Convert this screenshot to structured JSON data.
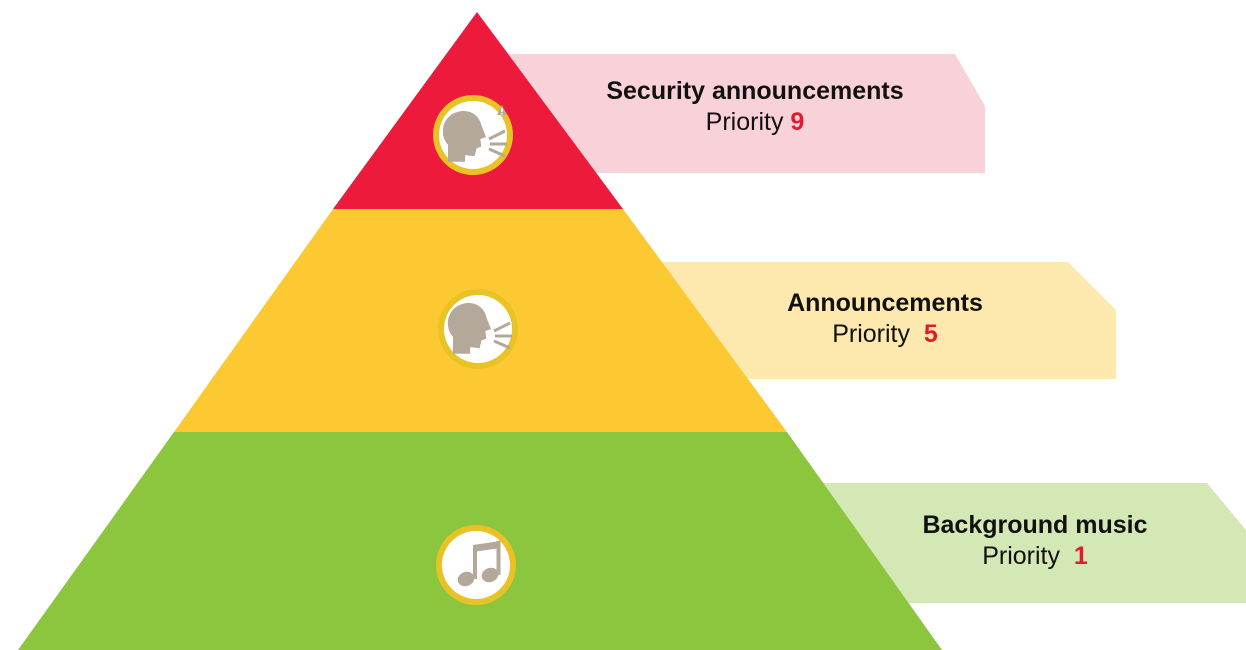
{
  "colors": {
    "tier_top": "#ED1A3B",
    "tier_middle": "#FDC932",
    "tier_bottom": "#8CC63F",
    "callout_top": "#F9D2D9",
    "callout_middle": "#FDE9AE",
    "callout_bottom": "#D3E8B4",
    "icon_ring": "#E9C326",
    "icon_fill": "#FFFFFF",
    "icon_glyph": "#B4A89A",
    "priority_number": "#E3192F"
  },
  "tiers": [
    {
      "title": "Security announcements",
      "priority_label": "Priority",
      "priority_value": "9",
      "icon": "speaking-head-warning-icon"
    },
    {
      "title": "Announcements",
      "priority_label": "Priority",
      "priority_value": "5",
      "icon": "speaking-head-icon"
    },
    {
      "title": "Background music",
      "priority_label": "Priority",
      "priority_value": "1",
      "icon": "music-note-icon"
    }
  ]
}
